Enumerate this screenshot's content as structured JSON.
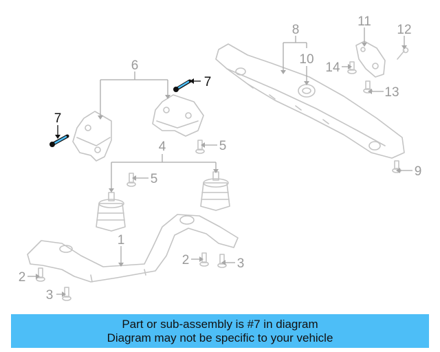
{
  "diagram": {
    "callouts": [
      {
        "id": "1",
        "text": "1"
      },
      {
        "id": "2a",
        "text": "2"
      },
      {
        "id": "2b",
        "text": "2"
      },
      {
        "id": "3a",
        "text": "3"
      },
      {
        "id": "3b",
        "text": "3"
      },
      {
        "id": "4",
        "text": "4"
      },
      {
        "id": "5a",
        "text": "5"
      },
      {
        "id": "5b",
        "text": "5"
      },
      {
        "id": "6",
        "text": "6"
      },
      {
        "id": "7a",
        "text": "7"
      },
      {
        "id": "7b",
        "text": "7"
      },
      {
        "id": "8",
        "text": "8"
      },
      {
        "id": "9",
        "text": "9"
      },
      {
        "id": "10",
        "text": "10"
      },
      {
        "id": "11",
        "text": "11"
      },
      {
        "id": "12",
        "text": "12"
      },
      {
        "id": "13",
        "text": "13"
      },
      {
        "id": "14",
        "text": "14"
      }
    ],
    "highlight_color": "#111111",
    "part_color": "#c4c4c4"
  },
  "banner": {
    "line1": "Part or sub-assembly is #7 in diagram",
    "line2": "Diagram may not be specific to your vehicle",
    "background": "#4dbef7"
  }
}
